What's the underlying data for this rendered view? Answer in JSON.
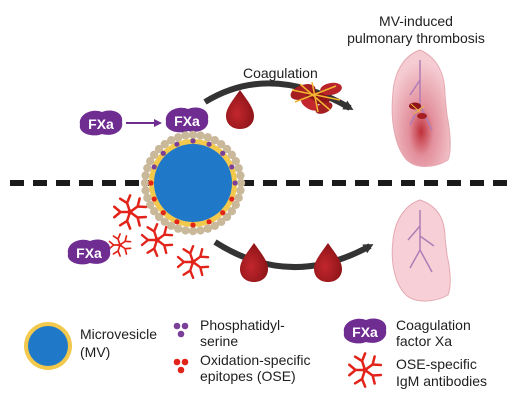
{
  "figure": {
    "title_line1": "MV-induced",
    "title_line2": "pulmonary thrombosis",
    "coagulation_label": "Coagulation"
  },
  "badges": {
    "fxa_text": "FXa"
  },
  "legend": {
    "microvesicle_line1": "Microvesicle",
    "microvesicle_line2": "(MV)",
    "phosphatidylserine_line1": "Phosphatidyl-",
    "phosphatidylserine_line2": "serine",
    "ose_line1": "Oxidation-specific",
    "ose_line2": "epitopes (OSE)",
    "fxa_line1": "Coagulation",
    "fxa_line2": "factor Xa",
    "igm_line1": "OSE-specific",
    "igm_line2": "IgM antibodies"
  },
  "colors": {
    "fxa_purple": "#6f2c91",
    "blood_red": "#a51e22",
    "ose_red": "#e2231a",
    "ps_purple": "#7a3f98",
    "mv_blue": "#1f78c8",
    "mv_ring": "#f2c94c",
    "lung_pink": "#f4c5cc",
    "arrow_gray": "#333333"
  }
}
